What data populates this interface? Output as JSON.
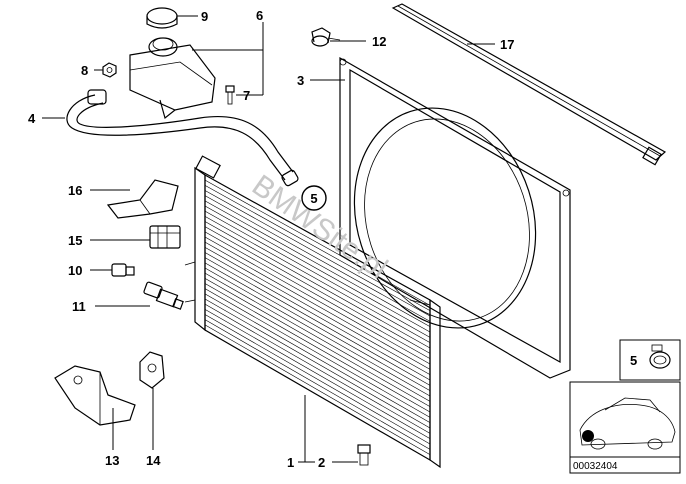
{
  "labels": {
    "n1": "1",
    "n2": "2",
    "n3": "3",
    "n4": "4",
    "n5": "5",
    "n6": "6",
    "n7": "7",
    "n8": "8",
    "n9": "9",
    "n10": "10",
    "n11": "11",
    "n12": "12",
    "n13": "13",
    "n14": "14",
    "n15": "15",
    "n16": "16",
    "n17": "17"
  },
  "callout_5": "5",
  "inset_label": "5",
  "watermark": "BMWSite.pl",
  "catalog_number": "00032404"
}
